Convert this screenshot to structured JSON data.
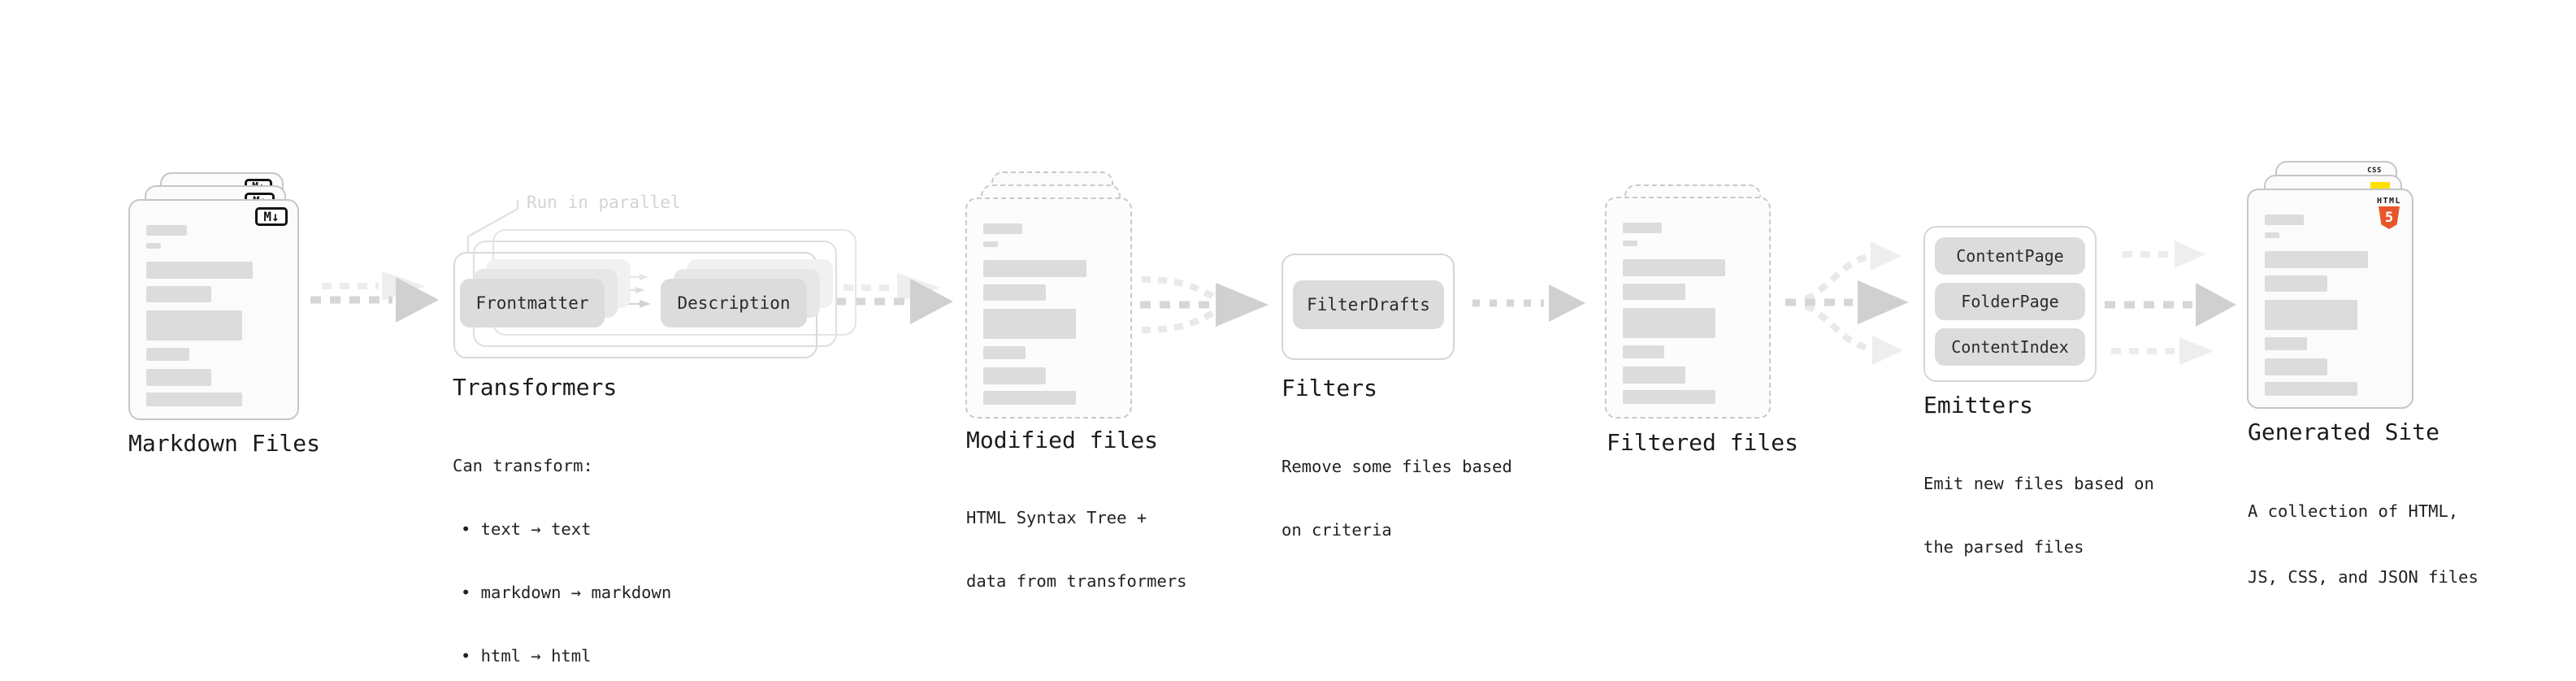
{
  "colors": {
    "html5_orange": "#e8562b",
    "js_yellow": "#ffe000",
    "css_blue": "#2f6fed",
    "ink": "#1f1f1f",
    "chip_fill": "#dcdcdc",
    "arrow_dark": "#d6d6d6",
    "arrow_light": "#ececec"
  },
  "icons": {
    "markdown": "markdown-icon",
    "html5": "html5-icon",
    "js": "js-icon",
    "css": "css-icon"
  },
  "stages": {
    "markdown": {
      "title": "Markdown Files",
      "badge": "M↓"
    },
    "transformers": {
      "title": "Transformers",
      "annotation": "Run in parallel",
      "chip_a": "Frontmatter",
      "chip_b": "Description",
      "desc": [
        "Can transform:",
        "• text → text",
        "• markdown → markdown",
        "• html → html"
      ]
    },
    "modified": {
      "title": "Modified files",
      "desc": [
        "HTML Syntax Tree +",
        "data from transformers"
      ]
    },
    "filters": {
      "title": "Filters",
      "chip": "FilterDrafts",
      "desc": [
        "Remove some files based",
        "on criteria"
      ]
    },
    "filtered": {
      "title": "Filtered files"
    },
    "emitters": {
      "title": "Emitters",
      "chip_a": "ContentPage",
      "chip_b": "FolderPage",
      "chip_c": "ContentIndex",
      "desc": [
        "Emit new files based on",
        "the parsed files"
      ]
    },
    "generated": {
      "title": "Generated Site",
      "badge_css": "CSS",
      "badge_html_word": "HTML",
      "badge_html_num": "5",
      "desc": [
        "A collection of HTML,",
        "JS, CSS, and JSON files"
      ]
    }
  }
}
